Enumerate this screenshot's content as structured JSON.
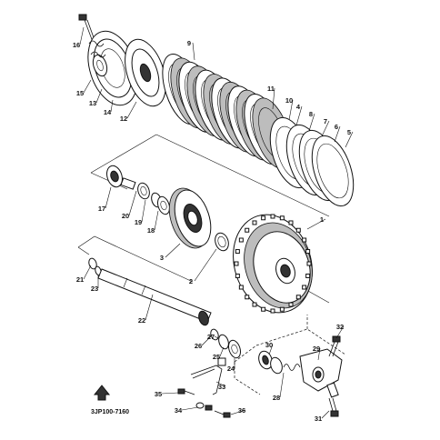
{
  "diagram": {
    "code": "3JP100-7160",
    "callouts": [
      "1",
      "2",
      "3",
      "4",
      "5",
      "6",
      "7",
      "8",
      "9",
      "10",
      "11",
      "12",
      "13",
      "14",
      "15",
      "16",
      "17",
      "18",
      "19",
      "20",
      "21",
      "22",
      "23",
      "24",
      "25",
      "26",
      "27",
      "28",
      "29",
      "30",
      "31",
      "32",
      "33",
      "34",
      "35",
      "36"
    ]
  }
}
